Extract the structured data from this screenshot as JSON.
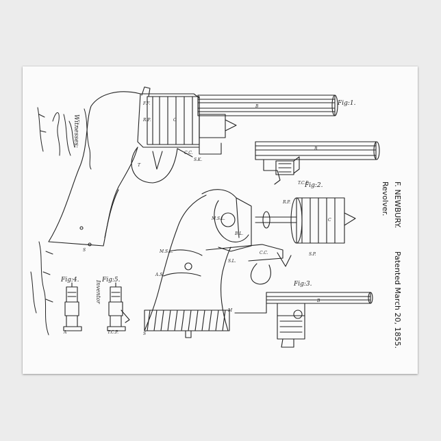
{
  "poster": {
    "inventor": "F. NEWBURY.",
    "title": "Revolver.",
    "patent": "Patented March 20, 1855.",
    "witnesses_heading": "Witnesses:",
    "inventor_heading": "Inventor"
  },
  "figures": {
    "fig1": "Fig:1.",
    "fig2": "Fig:2.",
    "fig3": "Fig:3.",
    "fig4": "Fig:4.",
    "fig5": "Fig:5."
  },
  "colors": {
    "wall": "#ececec",
    "paper": "#fbfbfb",
    "ink": "#222222"
  }
}
